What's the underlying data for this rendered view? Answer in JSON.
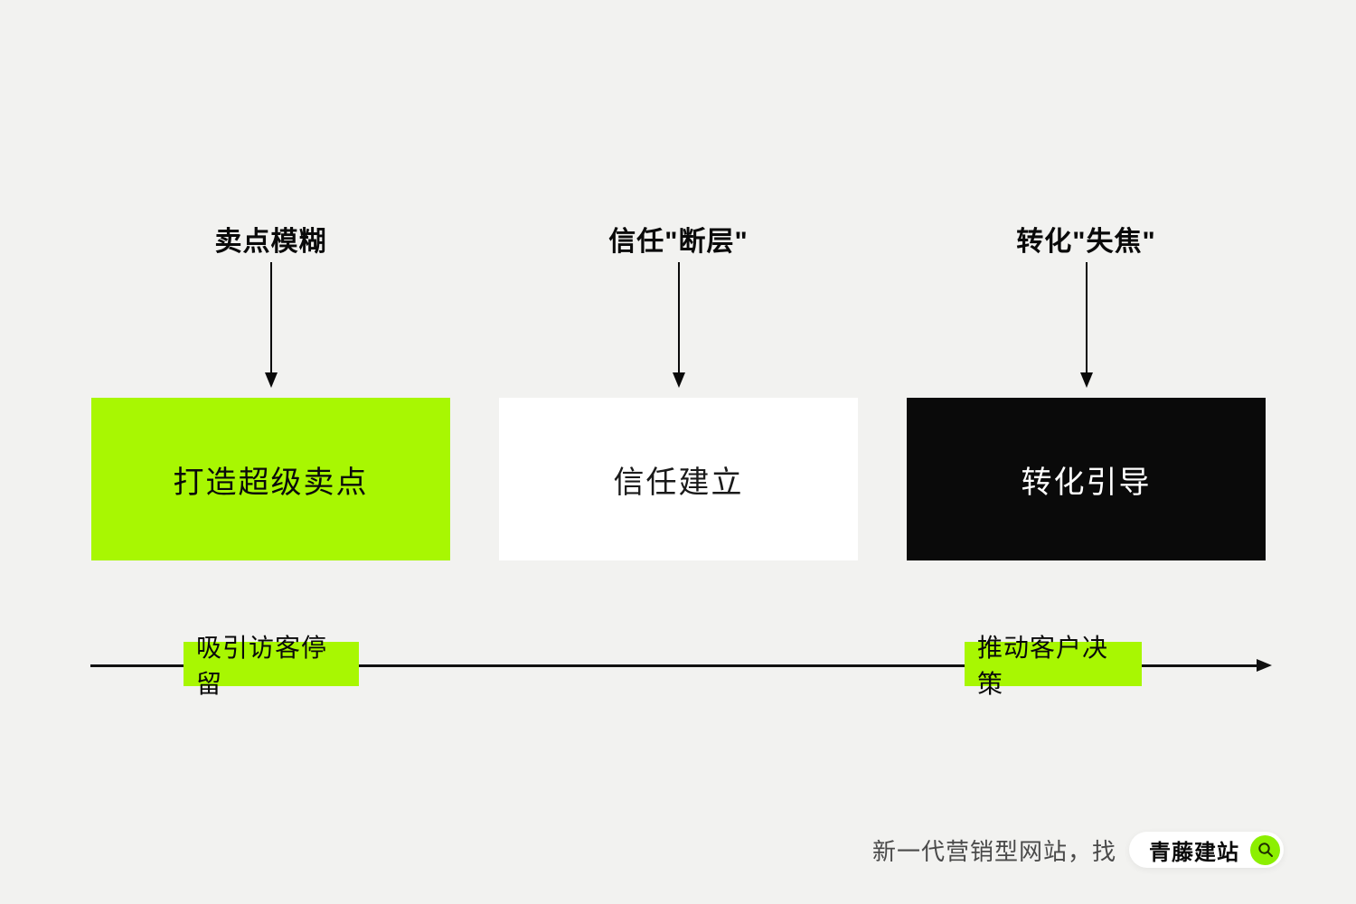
{
  "theme": {
    "background": "#F2F2F0",
    "accent_green": "#A8F702",
    "search_circle_green": "#8CEF01",
    "box_black": "#0A0A0A",
    "box_white": "#FFFFFF",
    "footer_text_color": "#4A4A4A"
  },
  "columns": [
    {
      "problem": "卖点模糊",
      "solution": "打造超级卖点",
      "box_style": "green"
    },
    {
      "problem": "信任\"断层\"",
      "solution": "信任建立",
      "box_style": "white"
    },
    {
      "problem": "转化\"失焦\"",
      "solution": "转化引导",
      "box_style": "black"
    }
  ],
  "timeline": {
    "start_label": "吸引访客停留",
    "end_label": "推动客户决策"
  },
  "footer": {
    "tagline": "新一代营销型网站，找",
    "brand": "青藤建站",
    "icon": "magnifier-icon"
  }
}
